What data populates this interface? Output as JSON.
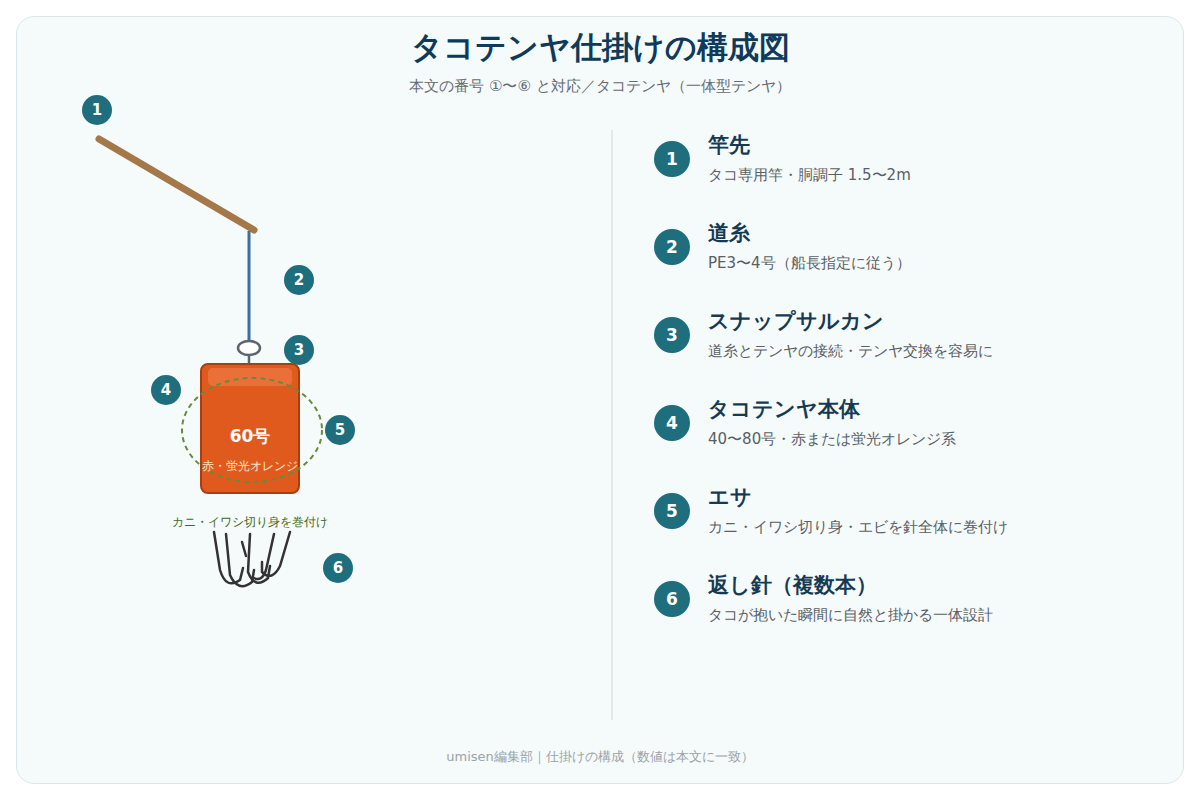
{
  "diagram": {
    "title": "タコテンヤ仕掛けの構成図",
    "caption": "umisen編集部｜仕掛けの構成（数値は本文に一致）",
    "nodes": [
      {
        "text": [
          "1"
        ]
      },
      {
        "text": [
          "2"
        ]
      },
      {
        "text": [
          "3"
        ]
      },
      {
        "text": [
          "4"
        ]
      },
      {
        "text": [
          "60号",
          "赤・蛍光オレンジ"
        ]
      },
      {
        "text": [
          "5"
        ]
      },
      {
        "text": [
          "6"
        ]
      },
      {
        "text": [
          "1",
          "竿先",
          "タコ専用竿・胴調子 1.5〜2m"
        ]
      },
      {
        "text": [
          "2",
          "道糸",
          "PE3〜4号（船長指定に従う）"
        ]
      },
      {
        "text": [
          "3",
          "スナップサルカン",
          "道糸とテンヤの接続・テンヤ交換を容易に"
        ]
      },
      {
        "text": [
          "4",
          "タコテンヤ本体",
          "40〜80号・赤または蛍光オレンジ系"
        ]
      },
      {
        "text": [
          "5",
          "エサ",
          "カニ・イワシ切り身・エビを針全体に巻付け"
        ]
      },
      {
        "text": [
          "6",
          "返し針（複数本）",
          "タコが抱いた瞬間に自然と掛かる一体設計"
        ]
      }
    ],
    "labels": [
      "本文の番号 ①〜⑥ と対応／タコテンヤ（一体型テンヤ）",
      "カニ・イワシ切り身を巻付け"
    ]
  }
}
